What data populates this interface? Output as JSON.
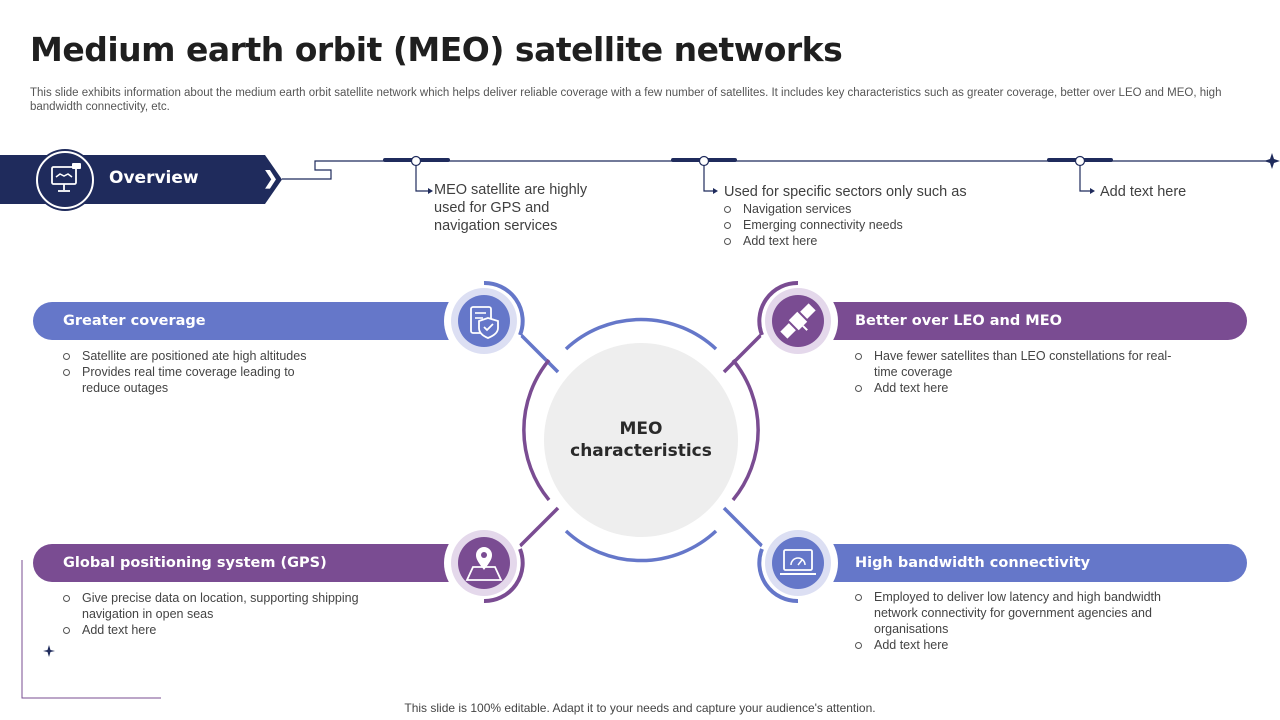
{
  "header": {
    "title": "Medium earth orbit (MEO) satellite networks",
    "description": "This slide exhibits information about the medium earth orbit satellite network which helps deliver reliable coverage with a few number of satellites. It includes  key characteristics such as greater coverage, better over LEO and MEO, high bandwidth connectivity, etc."
  },
  "overview": {
    "label": "Overview",
    "icon": "monitor-handshake-icon",
    "timeline": [
      {
        "lines": [
          "MEO satellite are highly",
          "used  for GPS and",
          "navigation services"
        ],
        "bullets": []
      },
      {
        "lines": [
          "Used for specific sectors only such as"
        ],
        "bullets": [
          "Navigation  services",
          "Emerging  connectivity needs",
          "Add text here"
        ]
      },
      {
        "lines": [
          "Add text here"
        ],
        "bullets": []
      }
    ]
  },
  "center": {
    "line1": "MEO",
    "line2": "characteristics"
  },
  "cards": [
    {
      "title": "Greater coverage",
      "icon": "shield-document-icon",
      "bullets": [
        "Satellite are positioned ate high altitudes",
        "Provides  real time coverage  leading to reduce outages"
      ]
    },
    {
      "title": "Better over LEO and MEO",
      "icon": "satellite-icon",
      "bullets": [
        "Have  fewer satellites than LEO constellations for real-time coverage",
        "Add text here"
      ]
    },
    {
      "title": "Global positioning system (GPS)",
      "icon": "map-pin-icon",
      "bullets": [
        "Give  precise data on location, supporting shipping navigation  in open seas",
        "Add text here"
      ]
    },
    {
      "title": "High bandwidth connectivity",
      "icon": "laptop-gauge-icon",
      "bullets": [
        "Employed to deliver  low latency and high bandwidth network connectivity for government agencies and organisations",
        "Add text here"
      ]
    }
  ],
  "footer": {
    "note": "This slide is 100% editable. Adapt it to your needs and capture your audience's attention."
  },
  "colors": {
    "navy": "#1f2b5c",
    "blue": "#6577c9",
    "purple": "#7a4c92",
    "light_grey": "#eeeeee"
  }
}
